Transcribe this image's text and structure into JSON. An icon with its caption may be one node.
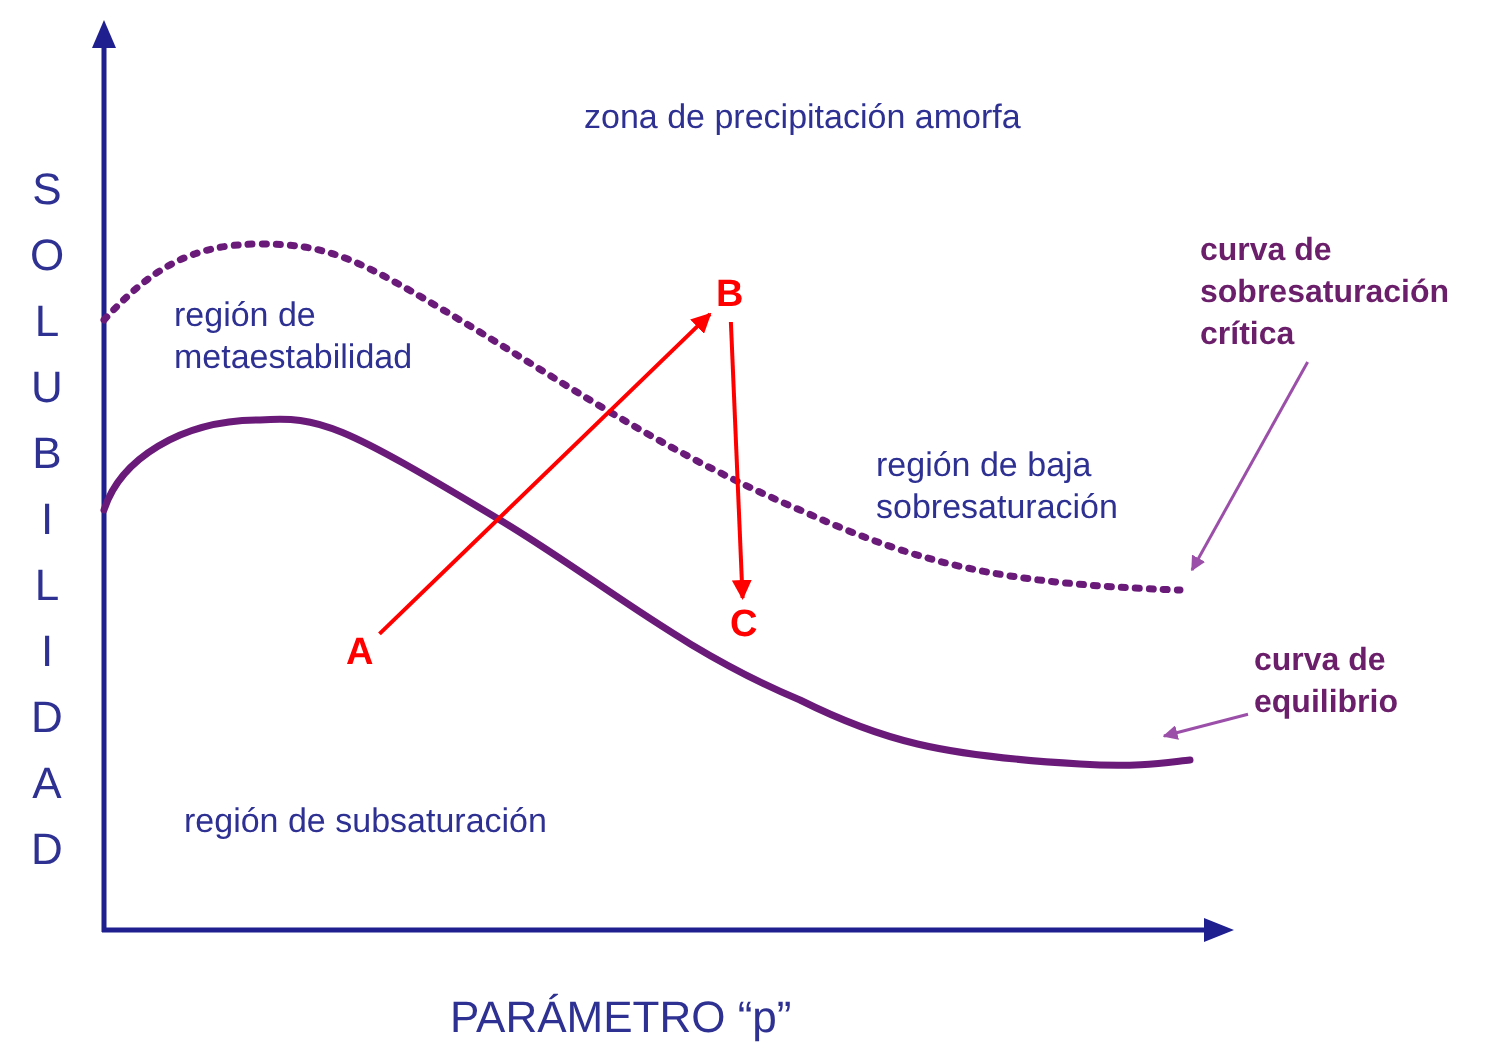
{
  "diagram": {
    "nodes": [
      {
        "text": [
          "B"
        ]
      },
      {
        "text": [
          "curva de sobresaturación crítica"
        ]
      },
      {
        "text": [
          "A"
        ]
      },
      {
        "text": [
          "C"
        ]
      },
      {
        "text": [
          "curva de equilibrio"
        ]
      }
    ],
    "edges": [
      {
        "from": 2,
        "to": 0,
        "arrow": "to",
        "color": "#ff0000"
      },
      {
        "from": 0,
        "to": 3,
        "arrow": "to",
        "color": "#ff0000"
      },
      {
        "from": 1,
        "to": null,
        "arrow": "to",
        "color": "#9b4fa8"
      },
      {
        "from": 4,
        "to": null,
        "arrow": "to",
        "color": "#9b4fa8"
      }
    ],
    "labels": [
      "zona de precipitación amorfa",
      "SOLUBILIDAD",
      "región de metaestabilidad",
      "región de baja sobresaturación",
      "región de subsaturación",
      "PARÁMETRO “p”"
    ]
  }
}
